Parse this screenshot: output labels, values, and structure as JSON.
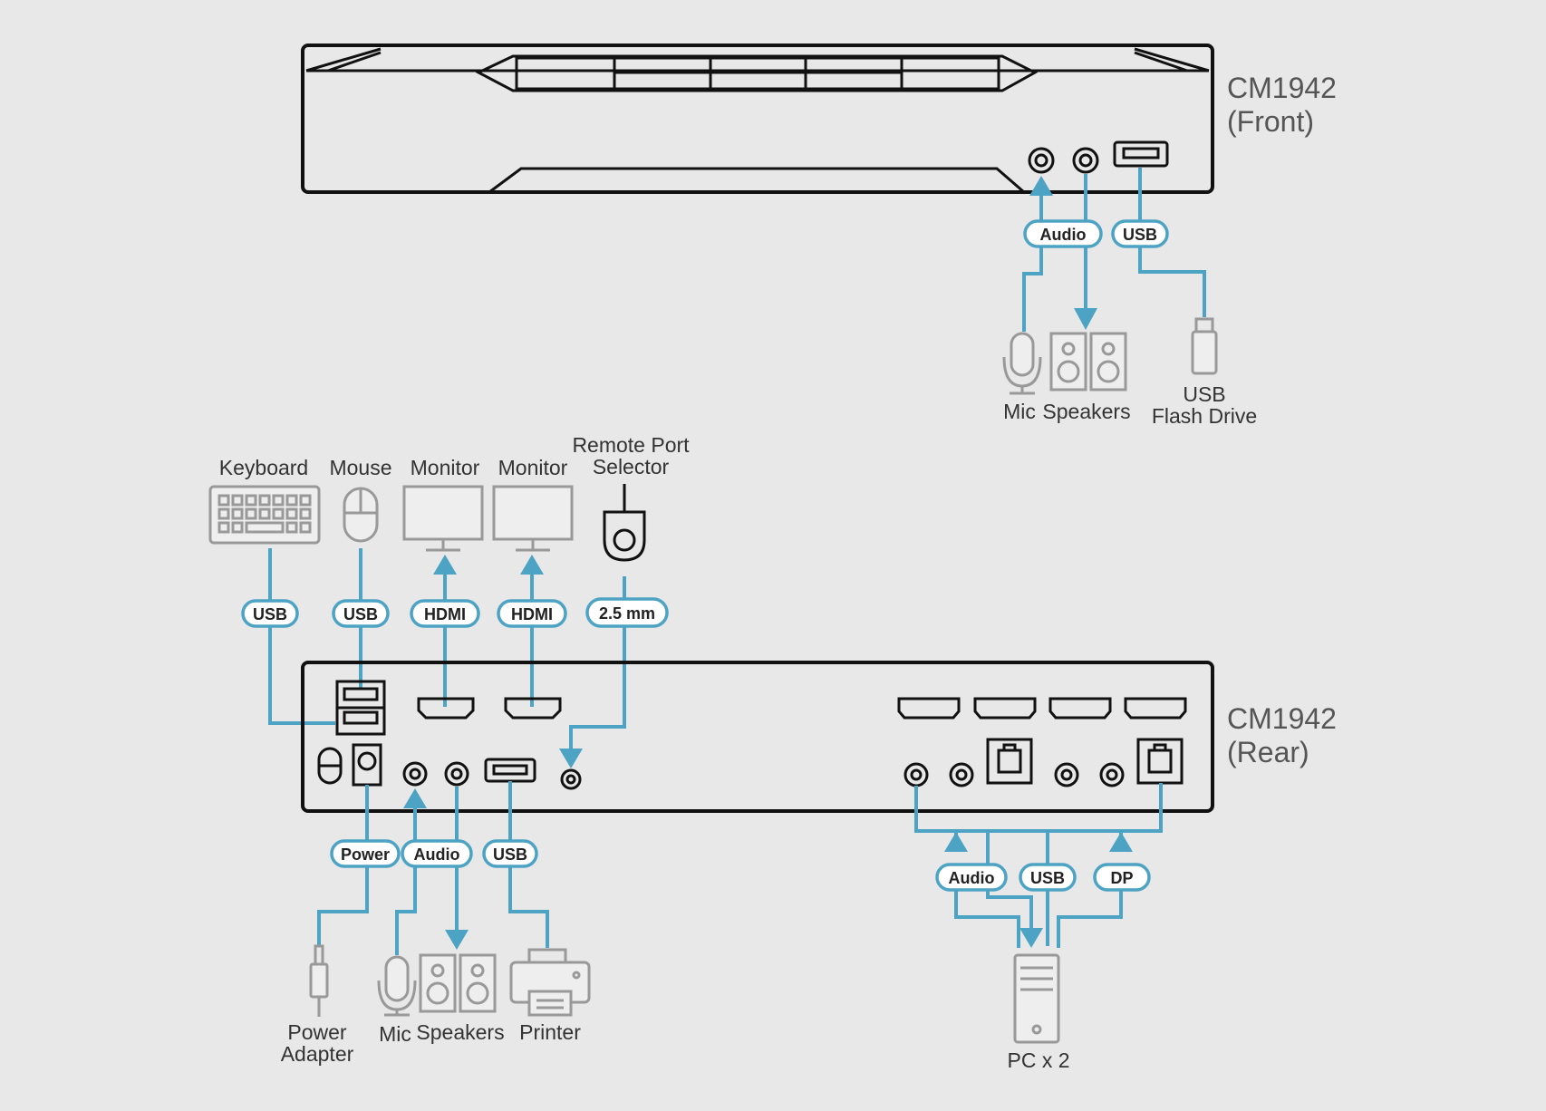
{
  "front_unit": {
    "model": "CM1942",
    "view": "(Front)"
  },
  "rear_unit": {
    "model": "CM1942",
    "view": "(Rear)"
  },
  "front_cables": {
    "audio": "Audio",
    "usb": "USB"
  },
  "front_devices": {
    "mic": "Mic",
    "speakers": "Speakers",
    "usb_drive_line1": "USB",
    "usb_drive_line2": "Flash Drive"
  },
  "rear_top_devices": {
    "keyboard": "Keyboard",
    "mouse": "Mouse",
    "monitor1": "Monitor",
    "monitor2": "Monitor",
    "remote_line1": "Remote Port",
    "remote_line2": "Selector"
  },
  "rear_top_cables": {
    "keyboard": "USB",
    "mouse": "USB",
    "monitor1": "HDMI",
    "monitor2": "HDMI",
    "remote": "2.5 mm"
  },
  "rear_bottom_cables": {
    "power": "Power",
    "audio": "Audio",
    "usb": "USB"
  },
  "rear_bottom_devices": {
    "power_line1": "Power",
    "power_line2": "Adapter",
    "mic": "Mic",
    "speakers": "Speakers",
    "printer": "Printer"
  },
  "pc_cables": {
    "audio": "Audio",
    "usb": "USB",
    "dp": "DP"
  },
  "pc": {
    "label": "PC x 2"
  },
  "colors": {
    "cable": "#4da3c4",
    "device_outline": "#111111",
    "peripheral_outline": "#999999",
    "background": "#e8e8e8"
  }
}
